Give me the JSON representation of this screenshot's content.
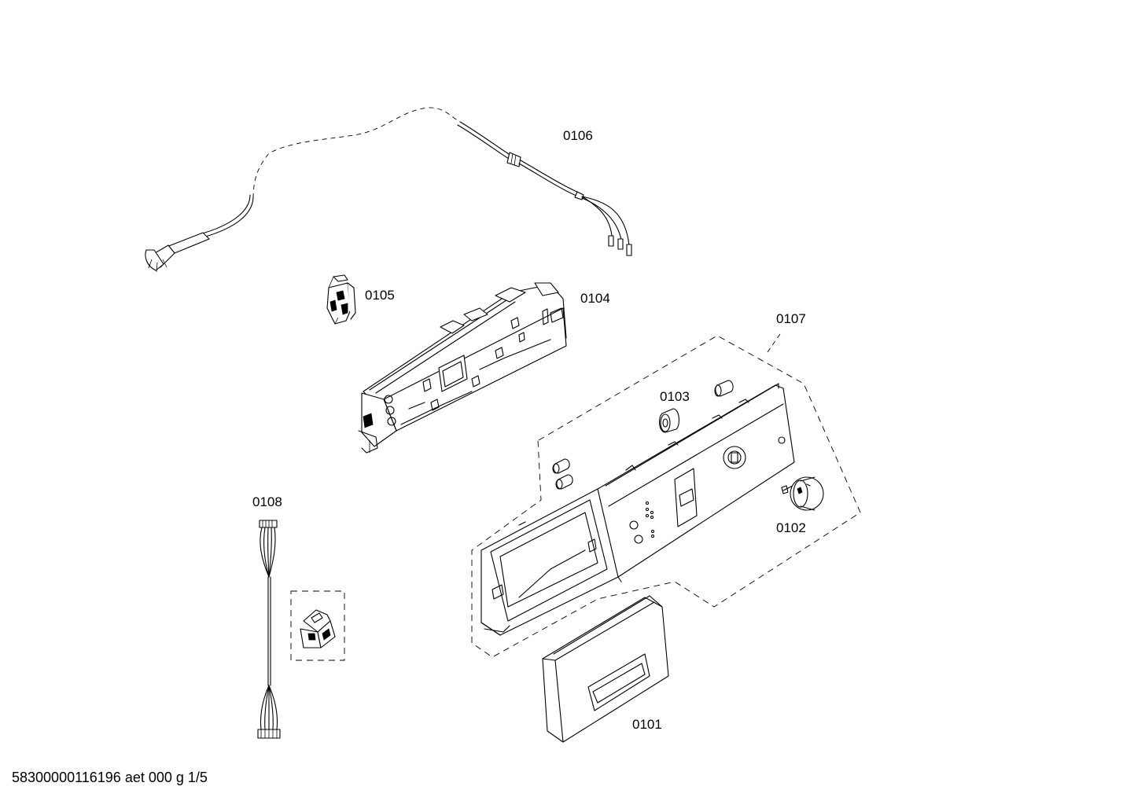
{
  "parts": [
    {
      "id": "0101",
      "name": "dispenser-drawer-handle"
    },
    {
      "id": "0102",
      "name": "control-knob"
    },
    {
      "id": "0103",
      "name": "knob-bush"
    },
    {
      "id": "0104",
      "name": "control-module"
    },
    {
      "id": "0105",
      "name": "switch"
    },
    {
      "id": "0106",
      "name": "power-cord"
    },
    {
      "id": "0107",
      "name": "control-panel-assembly"
    },
    {
      "id": "0108",
      "name": "wire-harness"
    }
  ],
  "footer": "58300000116196 aet 000 g 1/5"
}
